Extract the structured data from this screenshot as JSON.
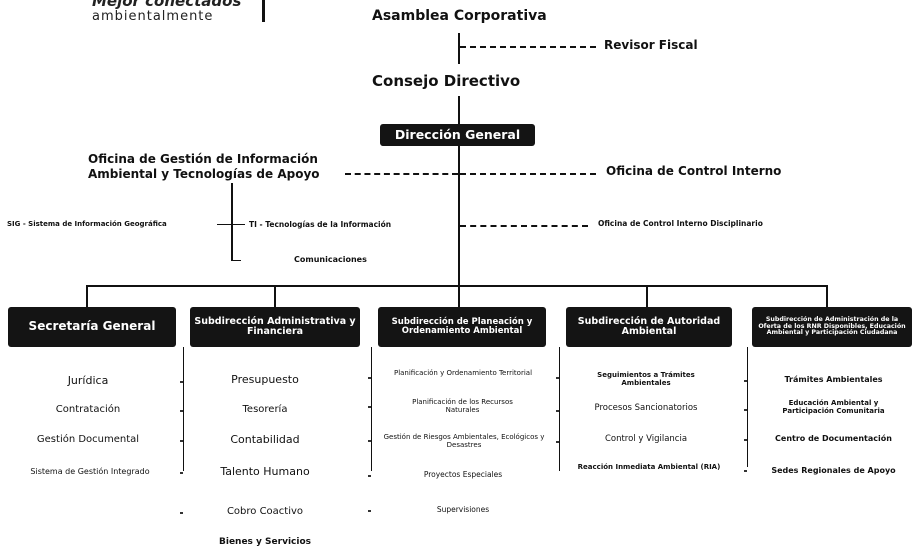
{
  "logo": {
    "line1": "Mejor conectados",
    "line2": "ambientalmente"
  },
  "top": {
    "asamblea": "Asamblea Corporativa",
    "revisor": "Revisor Fiscal",
    "consejo": "Consejo Directivo",
    "direccion": "Dirección General"
  },
  "oficinas": {
    "gestion_info_1": "Oficina de Gestión de Información",
    "gestion_info_2": "Ambiental y Tecnologías de Apoyo",
    "control_interno": "Oficina de Control Interno",
    "control_disciplinario": "Oficina de Control Interno Disciplinario",
    "sig": "SIG - Sistema de Información Geográfica",
    "ti": "TI - Tecnologías de la Información",
    "comunicaciones": "Comunicaciones"
  },
  "departments": [
    {
      "title": "Secretaría General",
      "items": [
        "Jurídica",
        "Contratación",
        "Gestión Documental",
        "Sistema de Gestión Integrado"
      ]
    },
    {
      "title": "Subdirección Administrativa y Financiera",
      "items": [
        "Presupuesto",
        "Tesorería",
        "Contabilidad",
        "Talento Humano",
        "Cobro Coactivo",
        "Bienes y Servicios"
      ]
    },
    {
      "title": "Subdirección de Planeación y Ordenamiento Ambiental",
      "items": [
        "Planificación y Ordenamiento Territorial",
        "Planificación de los Recursos Naturales",
        "Gestión de Riesgos Ambientales, Ecológicos y Desastres",
        "Proyectos Especiales",
        "Supervisiones"
      ]
    },
    {
      "title": "Subdirección de Autoridad Ambiental",
      "items": [
        "Seguimientos a Trámites Ambientales",
        "Procesos Sancionatorios",
        "Control y Vigilancia",
        "Reacción Inmediata Ambiental (RIA)"
      ]
    },
    {
      "title": "Subdirección de Administración de la Oferta de los RNR Disponibles, Educación Ambiental y Participación Ciudadana",
      "items": [
        "Trámites Ambientales",
        "Educación Ambiental y Participación Comunitaria",
        "Centro de Documentación",
        "Sedes Regionales de Apoyo"
      ]
    }
  ]
}
